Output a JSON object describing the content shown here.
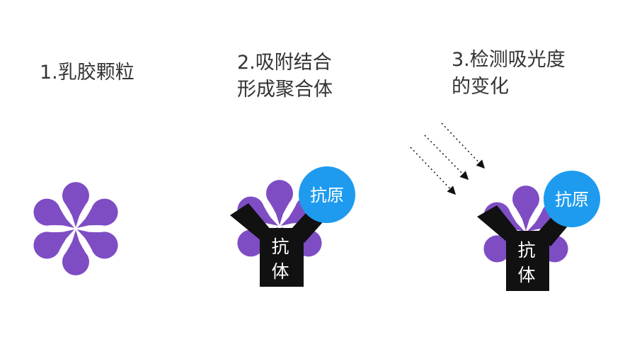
{
  "steps": [
    {
      "title_lines": [
        "1.乳胶颗粒"
      ]
    },
    {
      "title_lines": [
        "2.吸附结合",
        "形成聚合体"
      ]
    },
    {
      "title_lines": [
        "3.检测吸光度",
        "的变化"
      ]
    }
  ],
  "labels": {
    "antigen": "抗原",
    "antibody_char_1": "抗",
    "antibody_char_2": "体"
  },
  "colors": {
    "particle": "#7E4DC4",
    "antigen": "#1E9BEF",
    "antibody": "#111111",
    "text": "#333333"
  }
}
